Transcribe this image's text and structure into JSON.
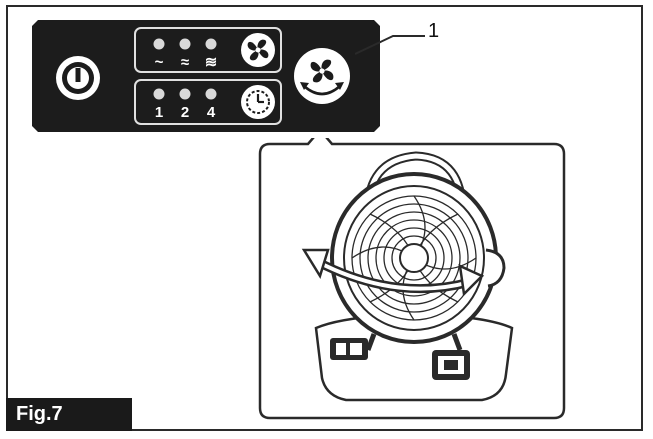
{
  "figure": {
    "label": "Fig.7",
    "callout_number": "1"
  },
  "control_panel": {
    "power_icon": "power-icon",
    "speed_levels": [
      "~",
      "≈",
      "≋"
    ],
    "speed_icon": "fan-icon",
    "timer_values": [
      "1",
      "2",
      "4"
    ],
    "timer_icon": "timer-icon",
    "swing_button_icon": "oscillation-fan-icon"
  },
  "colors": {
    "panel": "#1c1c1c",
    "indicator": "#d9d9d9",
    "line": "#2a2a2a"
  }
}
